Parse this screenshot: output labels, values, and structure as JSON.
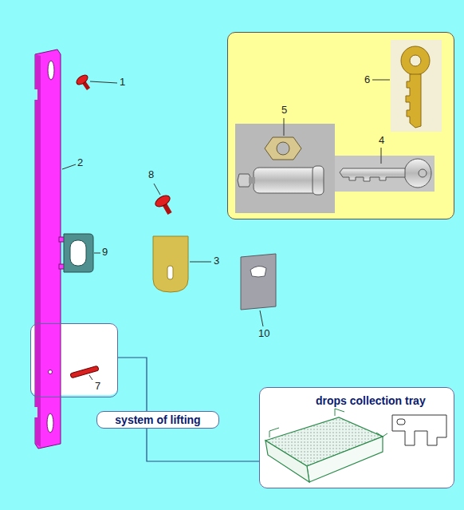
{
  "diagram": {
    "nodes": [
      {
        "text": [
          "6",
          "5",
          "4"
        ]
      },
      {
        "text": [
          "7"
        ]
      },
      {
        "text": [
          "drops collection tray"
        ]
      }
    ],
    "edges": [
      {
        "from": 1,
        "to": 2,
        "arrow": "none",
        "label": "system of lifting"
      }
    ],
    "labels": [
      "1",
      "2",
      "8",
      "9",
      "3",
      "10"
    ]
  }
}
